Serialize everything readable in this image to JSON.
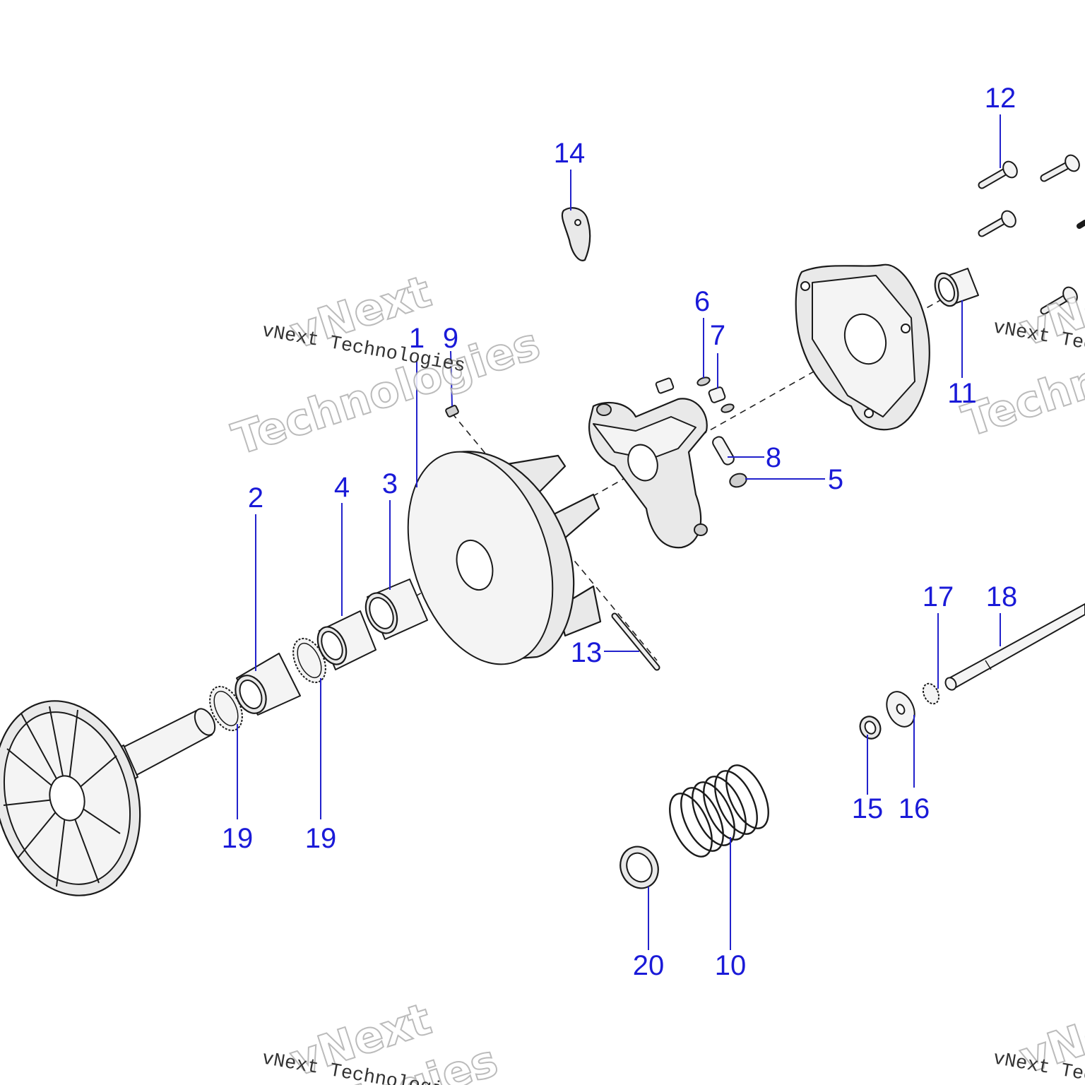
{
  "diagram": {
    "callouts": [
      {
        "id": "c1",
        "label": "1"
      },
      {
        "id": "c2",
        "label": "2"
      },
      {
        "id": "c3",
        "label": "3"
      },
      {
        "id": "c4",
        "label": "4"
      },
      {
        "id": "c5",
        "label": "5"
      },
      {
        "id": "c6",
        "label": "6"
      },
      {
        "id": "c7",
        "label": "7"
      },
      {
        "id": "c8",
        "label": "8"
      },
      {
        "id": "c9",
        "label": "9"
      },
      {
        "id": "c10",
        "label": "10"
      },
      {
        "id": "c11",
        "label": "11"
      },
      {
        "id": "c12",
        "label": "12"
      },
      {
        "id": "c13",
        "label": "13"
      },
      {
        "id": "c14",
        "label": "14"
      },
      {
        "id": "c15",
        "label": "15"
      },
      {
        "id": "c16",
        "label": "16"
      },
      {
        "id": "c17",
        "label": "17"
      },
      {
        "id": "c18",
        "label": "18"
      },
      {
        "id": "c19a",
        "label": "19"
      },
      {
        "id": "c19b",
        "label": "19"
      },
      {
        "id": "c20",
        "label": "20"
      }
    ],
    "callout_color": "#1a1ad8"
  },
  "watermark": {
    "line_mono": "vNext Technologies",
    "line_big_1": "vNext",
    "line_big_2": "Technologies",
    "line_big_3": "logies"
  }
}
